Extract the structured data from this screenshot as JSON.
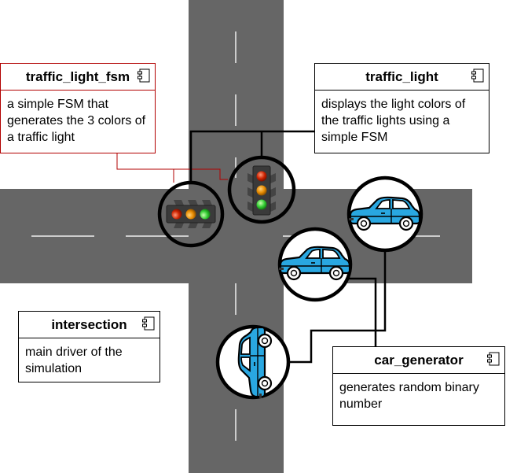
{
  "components": {
    "traffic_light_fsm": {
      "title": "traffic_light_fsm",
      "description": "a simple FSM that generates the 3 colors of a traffic light"
    },
    "traffic_light": {
      "title": "traffic_light",
      "description": "displays the light colors of the traffic lights using a simple FSM"
    },
    "intersection": {
      "title": "intersection",
      "description": "main driver of the simulation"
    },
    "car_generator": {
      "title": "car_generator",
      "description": "generates random binary number"
    }
  },
  "colors": {
    "road": "#666666",
    "lane_marking": "#cccccc",
    "fsm_accent": "#b20000",
    "car": "#29a7e1",
    "light_red": "#cc2200",
    "light_amber": "#e68a00",
    "light_green": "#33cc33"
  },
  "icons": [
    "component-icon",
    "traffic-light-icon",
    "car-icon"
  ]
}
